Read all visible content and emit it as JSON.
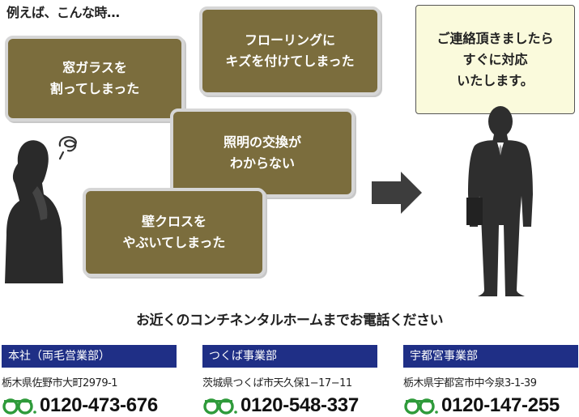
{
  "intro": "例えば、こんな時…",
  "problems": [
    {
      "line1": "窓ガラスを",
      "line2": "割ってしまった"
    },
    {
      "line1": "フローリングに",
      "line2": "キズを付けてしまった"
    },
    {
      "line1": "照明の交換が",
      "line2": "わからない"
    },
    {
      "line1": "壁クロスを",
      "line2": "やぶいてしまった"
    }
  ],
  "response": {
    "line1": "ご連絡頂きましたら",
    "line2": "すぐに対応",
    "line3": "いたします。"
  },
  "cta": "お近くのコンチネンタルホームまでお電話ください",
  "offices": [
    {
      "name": "本社（両毛営業部）",
      "address": "栃木県佐野市大町2979-1",
      "phone": "0120-473-676"
    },
    {
      "name": "つくば事業部",
      "address": "茨城県つくば市天久保1−17−11",
      "phone": "0120-548-337"
    },
    {
      "name": "宇都宮事業部",
      "address": "栃木県宇都宮市中今泉3-1-39",
      "phone": "0120-147-255"
    }
  ],
  "colors": {
    "bubble": "#7b6d3d",
    "office_header": "#1f2f86",
    "freedial": "#2e9a3a",
    "response_bg": "#fafadc"
  }
}
